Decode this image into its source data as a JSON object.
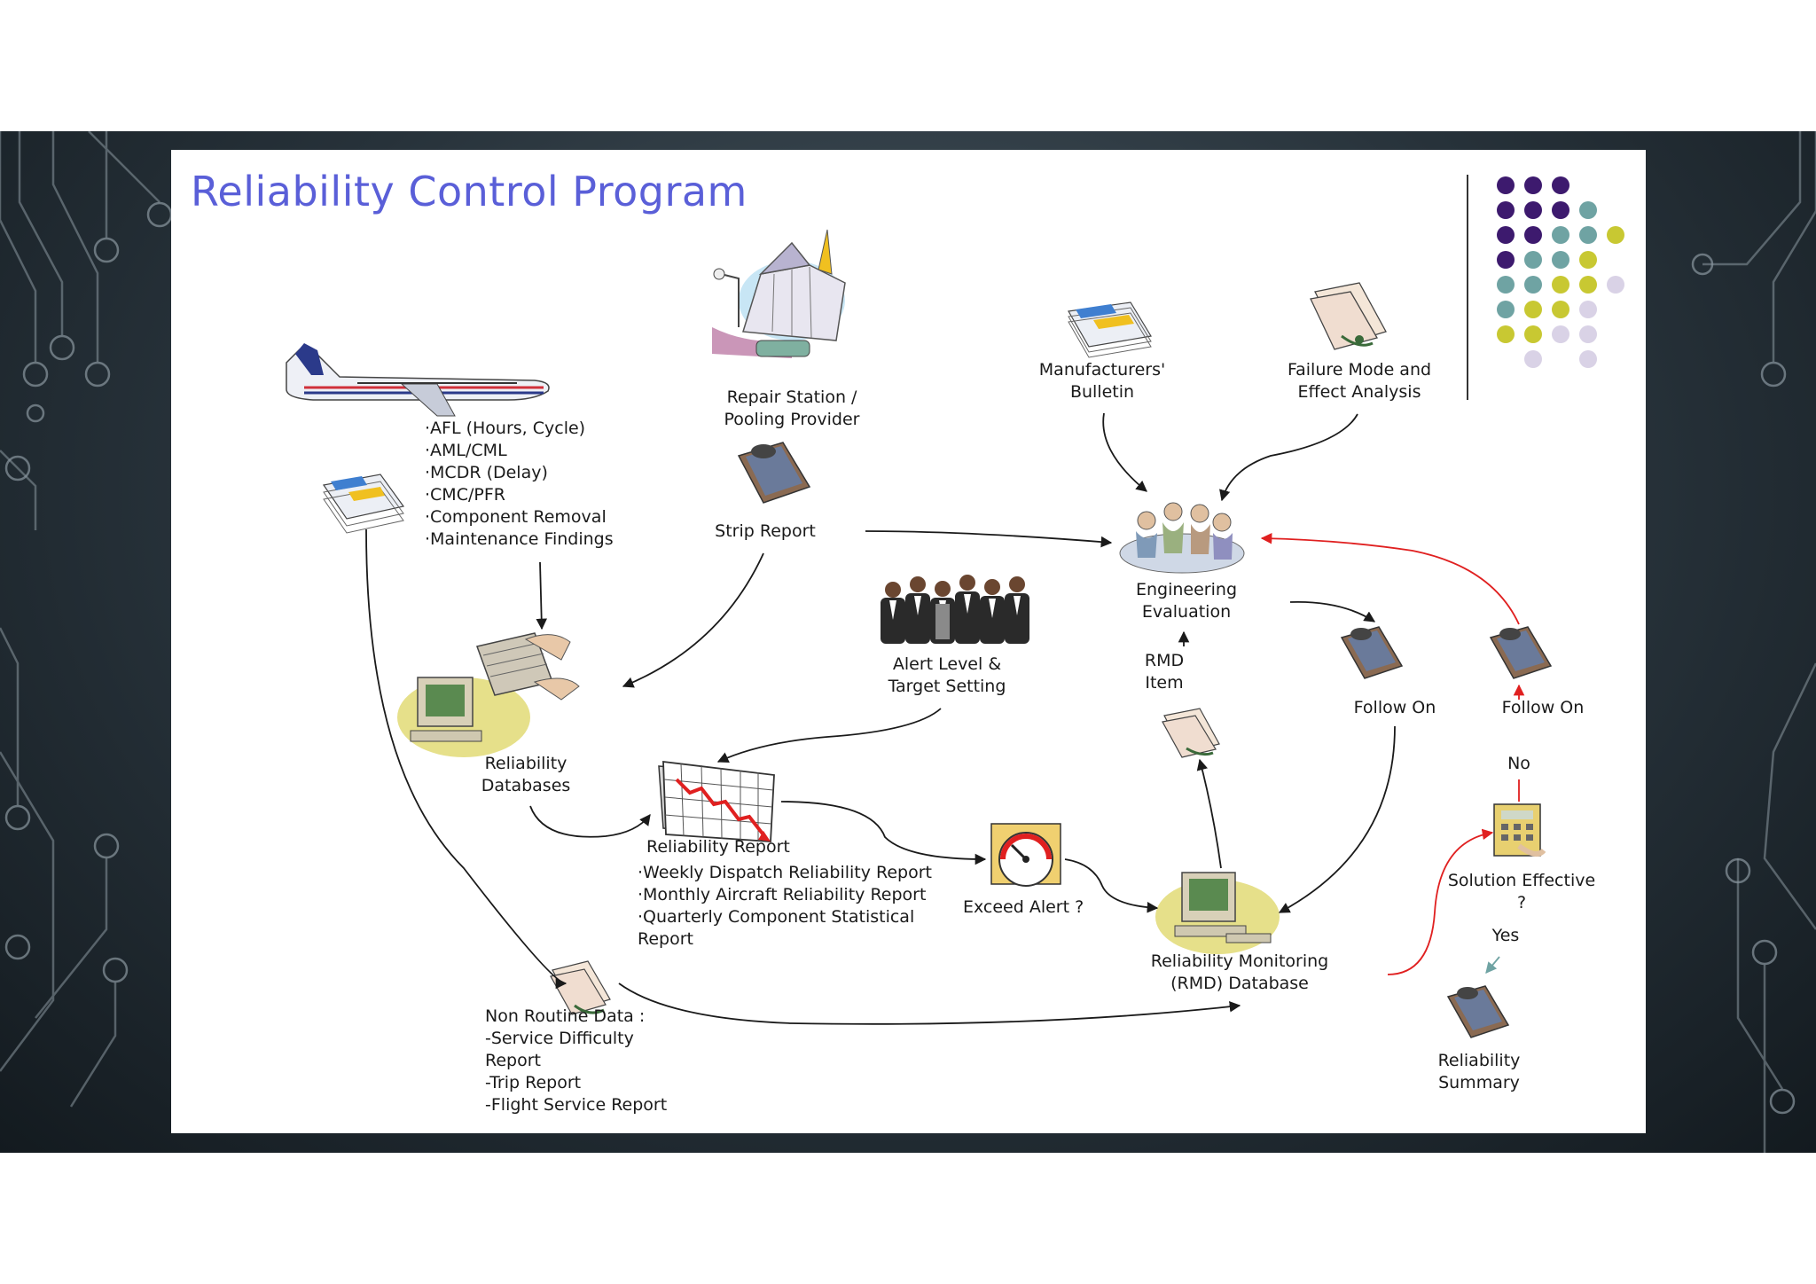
{
  "title": "Reliability Control Program",
  "nodes": {
    "repair_station": [
      "Repair Station /",
      "Pooling Provider"
    ],
    "strip_report": "Strip Report",
    "manufacturers_bulletin": [
      "Manufacturers'",
      "Bulletin"
    ],
    "fmea": [
      "Failure Mode and",
      "Effect Analysis"
    ],
    "engineering_evaluation": [
      "Engineering",
      "Evaluation"
    ],
    "rmd_item": [
      "RMD",
      "Item"
    ],
    "follow_on_1": "Follow On",
    "follow_on_2": "Follow On",
    "no": "No",
    "yes": "Yes",
    "solution_effective": [
      "Solution Effective",
      "?"
    ],
    "reliability_summary": [
      "Reliability",
      "Summary"
    ],
    "alert_level": [
      "Alert Level &",
      "Target Setting"
    ],
    "reliability_databases": [
      "Reliability",
      "Databases"
    ],
    "reliability_report": "Reliability Report",
    "exceed_alert": "Exceed Alert ?",
    "rmd_database": [
      "Reliability Monitoring",
      "(RMD) Database"
    ]
  },
  "aircraft_data": [
    "·AFL (Hours, Cycle)",
    "·AML/CML",
    "·MCDR (Delay)",
    "·CMC/PFR",
    "·Component Removal",
    "·Maintenance Findings"
  ],
  "report_items": [
    "·Weekly Dispatch Reliability Report",
    "·Monthly Aircraft Reliability Report",
    "·Quarterly Component Statistical",
    "Report"
  ],
  "non_routine": [
    "Non Routine Data :",
    "-Service Difficulty",
    "Report",
    "-Trip Report",
    "-Flight Service Report"
  ],
  "colors": {
    "title": "#5a5fd8",
    "arrow": "#1a1a1a",
    "feedback_arrow": "#e02020",
    "dot_purple": "#3d1a6e",
    "dot_teal": "#6fa3a3",
    "dot_lime": "#c8c832",
    "dot_lavender": "#d9d2e6"
  }
}
